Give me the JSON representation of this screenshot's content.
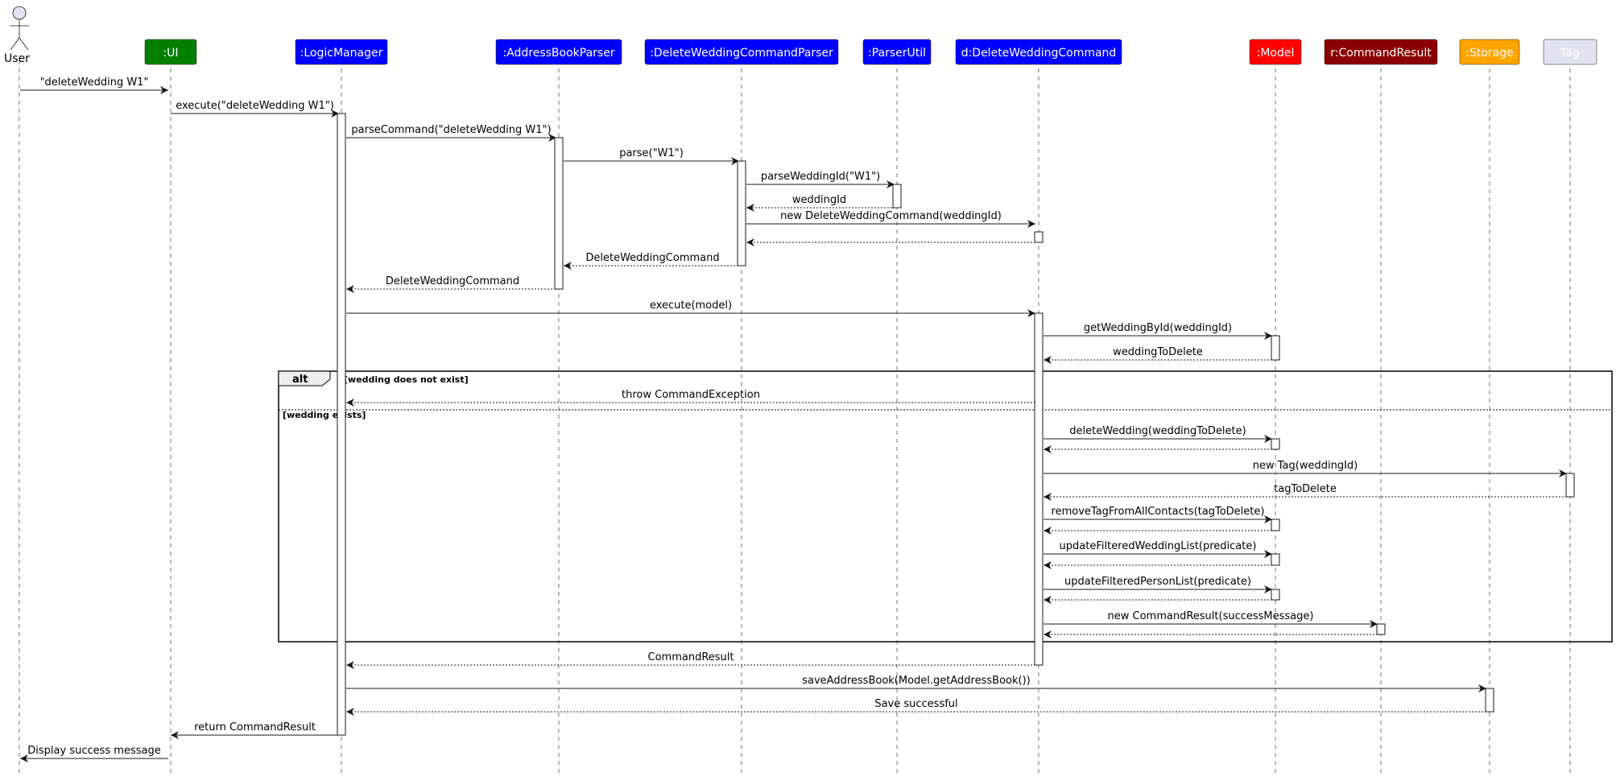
{
  "participants": [
    {
      "id": "user",
      "label": "User",
      "kind": "actor"
    },
    {
      "id": "ui",
      "label": ":UI",
      "fill": "#008000",
      "text": "#ffffff"
    },
    {
      "id": "lm",
      "label": ":LogicManager",
      "fill": "#0000ff",
      "text": "#ffffff"
    },
    {
      "id": "abp",
      "label": ":AddressBookParser",
      "fill": "#0000ff",
      "text": "#ffffff"
    },
    {
      "id": "dwcp",
      "label": ":DeleteWeddingCommandParser",
      "fill": "#0000ff",
      "text": "#ffffff"
    },
    {
      "id": "pu",
      "label": ":ParserUtil",
      "fill": "#0000ff",
      "text": "#ffffff"
    },
    {
      "id": "dwc",
      "label": "d:DeleteWeddingCommand",
      "fill": "#0000ff",
      "text": "#ffffff"
    },
    {
      "id": "model",
      "label": ":Model",
      "fill": "#ff0000",
      "text": "#ffffff"
    },
    {
      "id": "cr",
      "label": "r:CommandResult",
      "fill": "#8b0000",
      "text": "#ffffff"
    },
    {
      "id": "storage",
      "label": ":Storage",
      "fill": "#ffa500",
      "text": "#ffffff"
    },
    {
      "id": "tag",
      "label": "Tag",
      "fill": "#e2e2f0",
      "text": "#ffffff"
    }
  ],
  "messages": [
    {
      "from": "user",
      "to": "ui",
      "label": "\"deleteWedding W1\"",
      "type": "sync"
    },
    {
      "from": "ui",
      "to": "lm",
      "label": "execute(\"deleteWedding W1\")",
      "type": "sync"
    },
    {
      "from": "lm",
      "to": "abp",
      "label": "parseCommand(\"deleteWedding W1\")",
      "type": "sync"
    },
    {
      "from": "abp",
      "to": "dwcp",
      "label": "parse(\"W1\")",
      "type": "sync"
    },
    {
      "from": "dwcp",
      "to": "pu",
      "label": "parseWeddingId(\"W1\")",
      "type": "sync"
    },
    {
      "from": "pu",
      "to": "dwcp",
      "label": "weddingId",
      "type": "return"
    },
    {
      "from": "dwcp",
      "to": "dwc",
      "label": "new DeleteWeddingCommand(weddingId)",
      "type": "sync"
    },
    {
      "from": "dwc",
      "to": "dwcp",
      "label": "",
      "type": "return"
    },
    {
      "from": "dwcp",
      "to": "abp",
      "label": "DeleteWeddingCommand",
      "type": "return"
    },
    {
      "from": "abp",
      "to": "lm",
      "label": "DeleteWeddingCommand",
      "type": "return"
    },
    {
      "from": "lm",
      "to": "dwc",
      "label": "execute(model)",
      "type": "sync"
    },
    {
      "from": "dwc",
      "to": "model",
      "label": "getWeddingById(weddingId)",
      "type": "sync"
    },
    {
      "from": "model",
      "to": "dwc",
      "label": "weddingToDelete",
      "type": "return"
    },
    {
      "from": "dwc",
      "to": "lm",
      "label": "throw CommandException",
      "type": "return"
    },
    {
      "from": "dwc",
      "to": "model",
      "label": "deleteWedding(weddingToDelete)",
      "type": "sync"
    },
    {
      "from": "model",
      "to": "dwc",
      "label": "",
      "type": "return"
    },
    {
      "from": "dwc",
      "to": "tag",
      "label": "new Tag(weddingId)",
      "type": "sync"
    },
    {
      "from": "tag",
      "to": "dwc",
      "label": "tagToDelete",
      "type": "return"
    },
    {
      "from": "dwc",
      "to": "model",
      "label": "removeTagFromAllContacts(tagToDelete)",
      "type": "sync"
    },
    {
      "from": "model",
      "to": "dwc",
      "label": "",
      "type": "return"
    },
    {
      "from": "dwc",
      "to": "model",
      "label": "updateFilteredWeddingList(predicate)",
      "type": "sync"
    },
    {
      "from": "model",
      "to": "dwc",
      "label": "",
      "type": "return"
    },
    {
      "from": "dwc",
      "to": "model",
      "label": "updateFilteredPersonList(predicate)",
      "type": "sync"
    },
    {
      "from": "model",
      "to": "dwc",
      "label": "",
      "type": "return"
    },
    {
      "from": "dwc",
      "to": "cr",
      "label": "new CommandResult(successMessage)",
      "type": "sync"
    },
    {
      "from": "cr",
      "to": "dwc",
      "label": "",
      "type": "return"
    },
    {
      "from": "dwc",
      "to": "lm",
      "label": "CommandResult",
      "type": "return"
    },
    {
      "from": "lm",
      "to": "storage",
      "label": "saveAddressBook(Model.getAddressBook())",
      "type": "sync"
    },
    {
      "from": "storage",
      "to": "lm",
      "label": "Save successful",
      "type": "return"
    },
    {
      "from": "lm",
      "to": "ui",
      "label": "return CommandResult",
      "type": "sync"
    },
    {
      "from": "ui",
      "to": "user",
      "label": "Display success message",
      "type": "sync"
    }
  ],
  "alt_fragment": {
    "keyword": "alt",
    "guards": [
      "[wedding does not exist]",
      "[wedding exists]"
    ]
  }
}
